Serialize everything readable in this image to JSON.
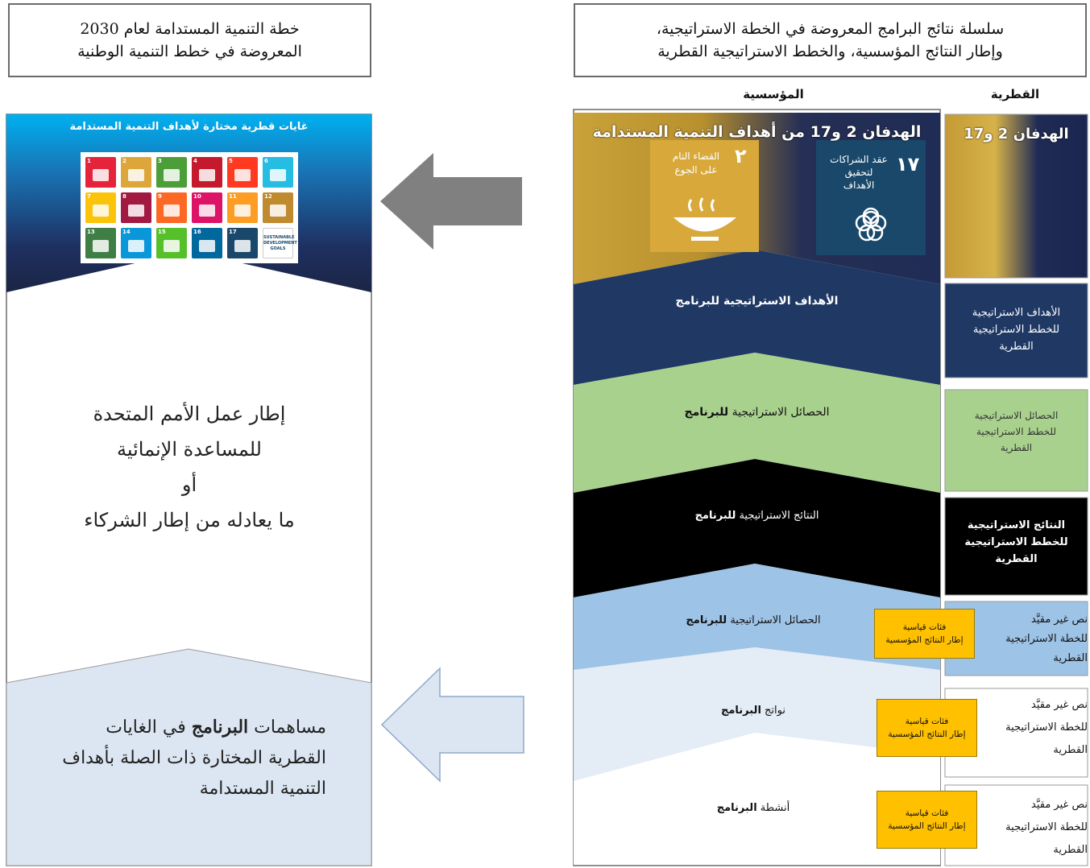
{
  "left_title": {
    "line1": "خطة التنمية المستدامة لعام 2030",
    "line2": "المعروضة في خطط التنمية الوطنية"
  },
  "right_title": {
    "line1": "سلسلة نتائج البرامج المعروضة في الخطة الاستراتيجية،",
    "line2": "وإطار النتائج المؤسسية، والخطط الاستراتيجية القطرية"
  },
  "columns": {
    "institutional": "المؤسسية",
    "country": "القطرية"
  },
  "sdg_panel": {
    "header": "غايات قطرية مختارة لأهداف التنمية المستدامة",
    "tiles": [
      {
        "num": "1",
        "color": "#e5243b"
      },
      {
        "num": "2",
        "color": "#dda63a"
      },
      {
        "num": "3",
        "color": "#4c9f38"
      },
      {
        "num": "4",
        "color": "#c5192d"
      },
      {
        "num": "5",
        "color": "#ff3a21"
      },
      {
        "num": "6",
        "color": "#26bde2"
      },
      {
        "num": "7",
        "color": "#fcc30b"
      },
      {
        "num": "8",
        "color": "#a21942"
      },
      {
        "num": "9",
        "color": "#fd6925"
      },
      {
        "num": "10",
        "color": "#dd1367"
      },
      {
        "num": "11",
        "color": "#fd9d24"
      },
      {
        "num": "12",
        "color": "#bf8b2e"
      },
      {
        "num": "13",
        "color": "#3f7e44"
      },
      {
        "num": "14",
        "color": "#0a97d9"
      },
      {
        "num": "15",
        "color": "#56c02b"
      },
      {
        "num": "16",
        "color": "#00689d"
      },
      {
        "num": "17",
        "color": "#19486a"
      },
      {
        "num": "",
        "color": "#ffffff"
      }
    ],
    "goals_logo": "SUSTAINABLE DEVELOPMENT GOALS"
  },
  "undaf": {
    "line1": "إطار عمل الأمم المتحدة",
    "line2": "للمساعدة الإنمائية",
    "line3": "أو",
    "line4": "ما يعادله من إطار الشركاء"
  },
  "contributions": {
    "line1_a": "مساهمات ",
    "line1_b": "البرنامج",
    "line1_c": " في الغايات",
    "line2": "القطرية المختارة ذات الصلة بأهداف",
    "line3": "التنمية المستدامة"
  },
  "sdg_goals": {
    "title": "الهدفان 2 و17 من أهداف التنمية المستدامة",
    "goal2_num": "٢",
    "goal2_label_1": "القضاء التام",
    "goal2_label_2": "على الجوع",
    "goal17_num": "١٧",
    "goal17_label_1": "عقد الشراكات",
    "goal17_label_2": "لتحقيق",
    "goal17_label_3": "الأهداف",
    "country_title": "الهدفان 2 و17"
  },
  "levels": [
    {
      "main": "الأهداف الاستراتيجية للبرنامج",
      "side": [
        "الأهداف الاستراتيجية",
        "للخطط الاستراتيجية",
        "القطرية"
      ]
    },
    {
      "main_a": "الحصائل الاستراتيجية ",
      "main_b": "للبرنامج",
      "side": [
        "الحصائل الاستراتيجية",
        "للخطط الاستراتيجية",
        "القطرية"
      ]
    },
    {
      "main_a": "النتائج الاستراتيجية ",
      "main_b": "للبرنامج",
      "side": [
        "النتائج الاستراتيجية",
        "للخطط الاستراتيجية",
        "القطرية"
      ]
    },
    {
      "main_a": "الحصائل الاستراتيجية ",
      "main_b": "للبرنامج",
      "tag": [
        "فئات قياسية",
        "إطار النتائج المؤسسية"
      ],
      "side": [
        "نص غير مقيَّد",
        "للخطة الاستراتيجية",
        "القطرية"
      ]
    },
    {
      "main_a": "نواتج ",
      "main_b": "البرنامج",
      "tag": [
        "فئات قياسية",
        "إطار النتائج المؤسسية"
      ],
      "side": [
        "نص غير مقيَّد",
        "للخطة الاستراتيجية",
        "القطرية"
      ]
    },
    {
      "main_a": "أنشطة ",
      "main_b": "البرنامج",
      "tag": [
        "فئات قياسية",
        "إطار النتائج المؤسسية"
      ],
      "side": [
        "نص غير مقيَّد",
        "للخطة الاستراتيجية",
        "القطرية"
      ]
    }
  ]
}
